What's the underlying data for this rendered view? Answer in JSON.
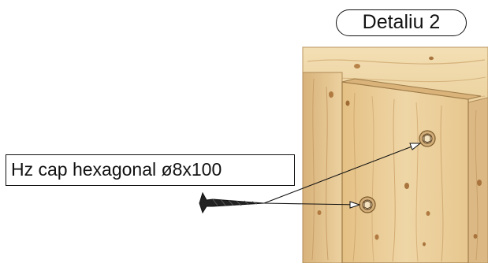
{
  "detail": {
    "title": "Detaliu 2"
  },
  "callout": {
    "label": "Hz cap hexagonal ø8x100",
    "target_count": 2
  },
  "colors": {
    "wood_light": "#f0d9aa",
    "wood_mid": "#e6c58c",
    "wood_dark": "#c9a46a",
    "knot": "#a9743d",
    "screw": "#222222",
    "line": "#111111"
  }
}
